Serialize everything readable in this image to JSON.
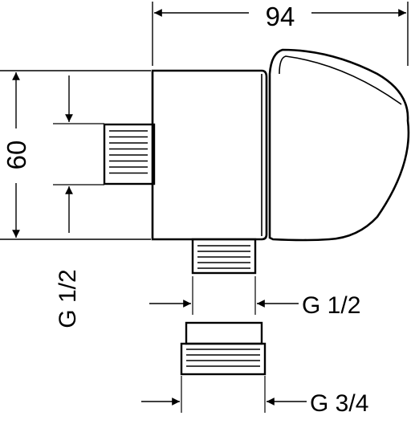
{
  "dimensions": {
    "width": "94",
    "height": "60",
    "inlet_thread": "G 1/2",
    "outlet_thread": "G 1/2",
    "adapter_thread": "G 3/4"
  }
}
